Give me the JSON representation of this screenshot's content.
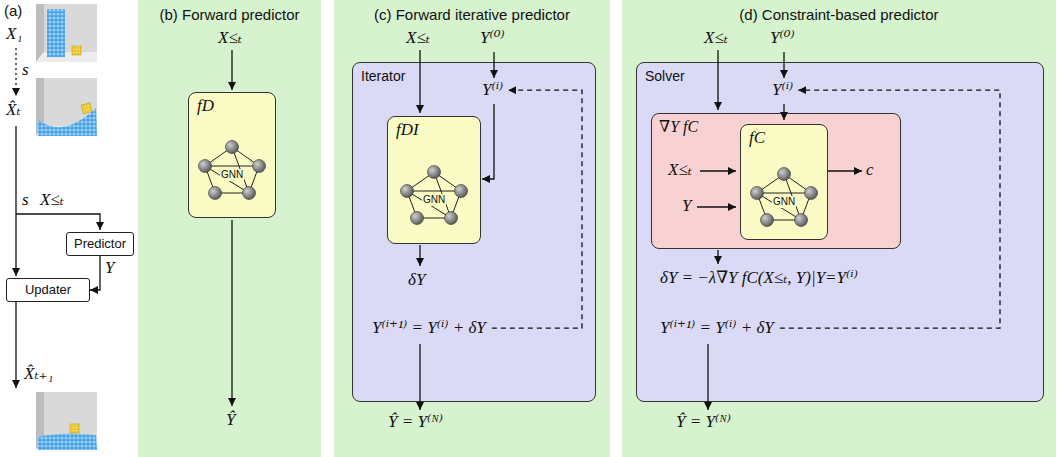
{
  "diagram": {
    "nodes": [
      {
        "text": [
          "Predictor"
        ]
      },
      {
        "text": [
          "Updater"
        ]
      },
      {
        "text": [
          "(b) Forward predictor"
        ]
      },
      {
        "text": [
          "fD",
          "GNN"
        ],
        "in": 2
      },
      {
        "text": [
          "(c) Forward iterative predictor"
        ]
      },
      {
        "text": [
          "Iterator"
        ],
        "in": 4
      },
      {
        "text": [
          "fDI",
          "GNN"
        ],
        "in": 5
      },
      {
        "text": [
          "(d) Constraint-based predictor"
        ]
      },
      {
        "text": [
          "Solver"
        ],
        "in": 7
      },
      {
        "text": [
          "∇Y fC"
        ],
        "in": 8
      },
      {
        "text": [
          "fC",
          "GNN"
        ],
        "in": 9
      }
    ],
    "edges": [
      {
        "from": 0,
        "to": 1,
        "arrow": "to",
        "label": "Y"
      }
    ],
    "labels": [
      "(a)",
      "X₁",
      "s",
      "X̂ₜ",
      "s",
      "X≤ₜ",
      "X̂ₜ₊₁",
      "X≤ₜ",
      "Ŷ",
      "X≤ₜ",
      "Y⁽⁰⁾",
      "Y⁽ⁱ⁾",
      "δY",
      "Y⁽ⁱ⁺¹⁾ = Y⁽ⁱ⁾ + δY",
      "Ŷ = Y⁽ᴺ⁾",
      "X≤ₜ",
      "Y⁽⁰⁾",
      "Y⁽ⁱ⁾",
      "X≤ₜ",
      "Y",
      "c",
      "δY = −λ∇Y fC(X≤ₜ, Y)|Y=Y⁽ⁱ⁾",
      "Y⁽ⁱ⁺¹⁾ = Y⁽ⁱ⁾ + δY",
      "Ŷ = Y⁽ᴺ⁾"
    ]
  }
}
